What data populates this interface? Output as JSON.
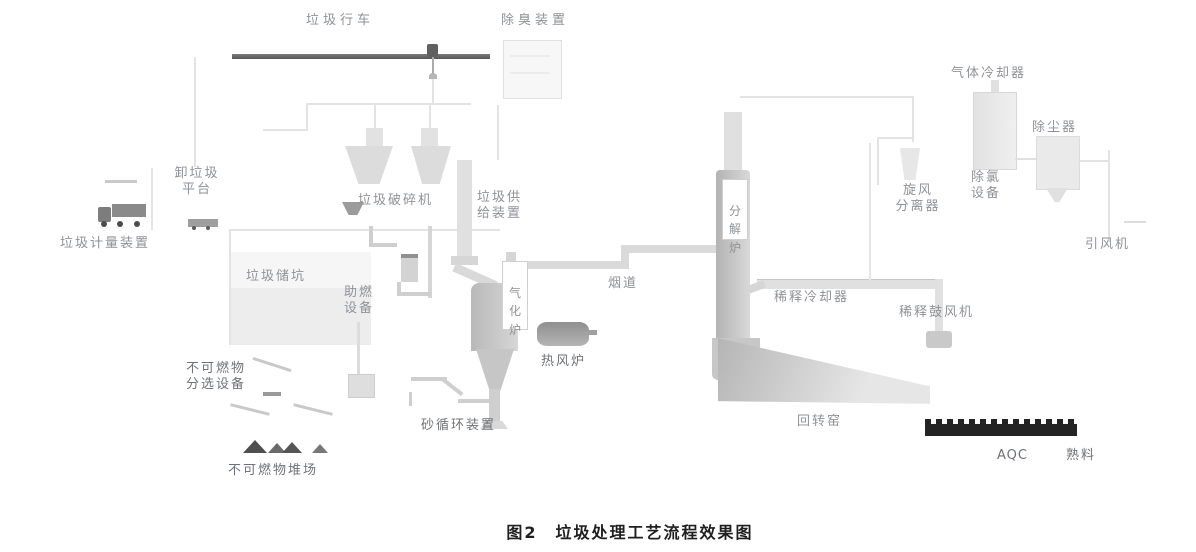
{
  "caption": "图2　垃圾处理工艺流程效果图",
  "labels": {
    "crane": "垃圾行车",
    "deodorizer": "除臭装置",
    "unload_platform": "卸垃圾\n平台",
    "weighing": "垃圾计量装置",
    "pit": "垃圾储坑",
    "crusher": "垃圾破碎机",
    "feeder": "垃圾供\n给装置",
    "aux_fuel": "助燃\n设备",
    "sorter": "不可燃物\n分选设备",
    "yard": "不可燃物堆场",
    "sand_circulation": "砂循环装置",
    "gasifier": "气\n化\n炉",
    "hot_stove": "热风炉",
    "flue": "烟道",
    "calciner": "分\n解\n炉",
    "dilution_cooler": "稀释冷却器",
    "dilution_fan": "稀释鼓风机",
    "cyclone": "旋风\n分离器",
    "gas_cooler": "气体冷却器",
    "dechlorination": "除氯\n设备",
    "dust_collector": "除尘器",
    "induced_draft_fan": "引风机",
    "rotary_kiln": "回转窑",
    "aqc": "AQC",
    "clinker": "熟料"
  },
  "colors": {
    "label": "#8f9296",
    "label_dark": "#6f7276",
    "caption": "#1f1f1f",
    "structure_light": "#e3e3e3",
    "structure_mid": "#c9c9c9",
    "structure_dark": "#5a5a5a",
    "aqc_bar": "#242424"
  }
}
